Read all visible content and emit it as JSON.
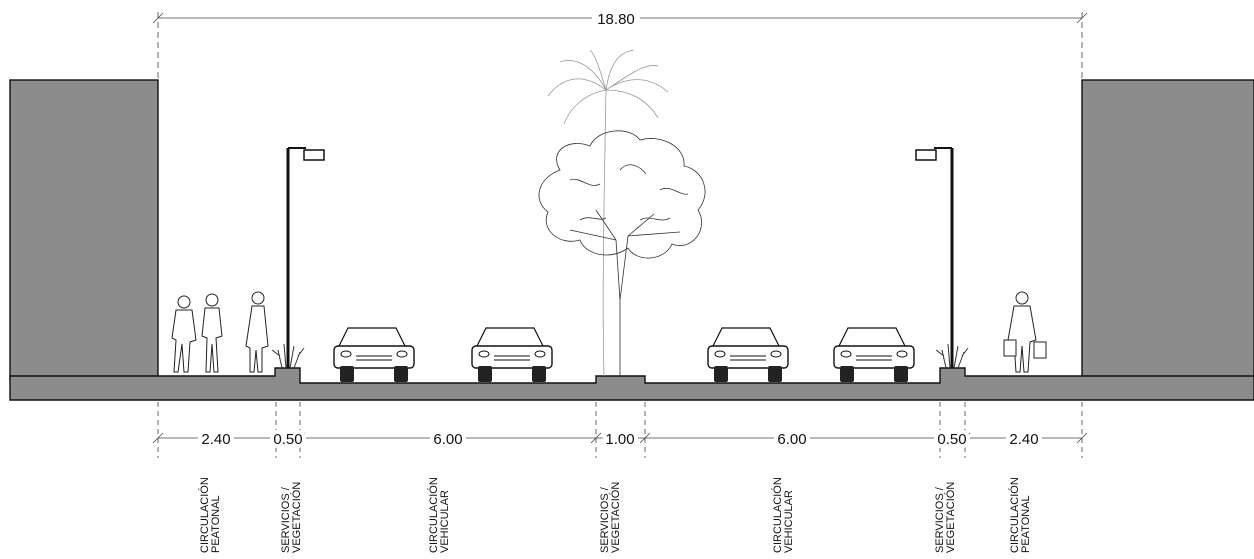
{
  "overall": {
    "label": "18.80"
  },
  "segments": [
    {
      "value": "2.40",
      "zone": "circ-peatonal-left"
    },
    {
      "value": "0.50",
      "zone": "servicios-left"
    },
    {
      "value": "6.00",
      "zone": "circ-vehicular-left"
    },
    {
      "value": "1.00",
      "zone": "servicios-center"
    },
    {
      "value": "6.00",
      "zone": "circ-vehicular-right"
    },
    {
      "value": "0.50",
      "zone": "servicios-right"
    },
    {
      "value": "2.40",
      "zone": "circ-peatonal-right"
    }
  ],
  "zones": [
    {
      "line1": "CIRCULACIÓN",
      "line2": "PEATONAL"
    },
    {
      "line1": "SERVICIOS /",
      "line2": "VEGETACIÓN"
    },
    {
      "line1": "CIRCULACIÓN",
      "line2": "VEHICULAR"
    },
    {
      "line1": "SERVICIOS /",
      "line2": "VEGETACIÓN"
    },
    {
      "line1": "CIRCULACIÓN",
      "line2": "VEHICULAR"
    },
    {
      "line1": "SERVICIOS /",
      "line2": "VEGETACIÓN"
    },
    {
      "line1": "CIRCULACIÓN",
      "line2": "PEATONAL"
    }
  ],
  "colors": {
    "building": "#8c8c8c",
    "ground": "#8c8c8c",
    "line": "#111111"
  },
  "icons": [
    "pedestrian-icon",
    "street-lamp-icon",
    "car-icon",
    "palm-tree-icon",
    "tree-icon",
    "plant-icon"
  ]
}
